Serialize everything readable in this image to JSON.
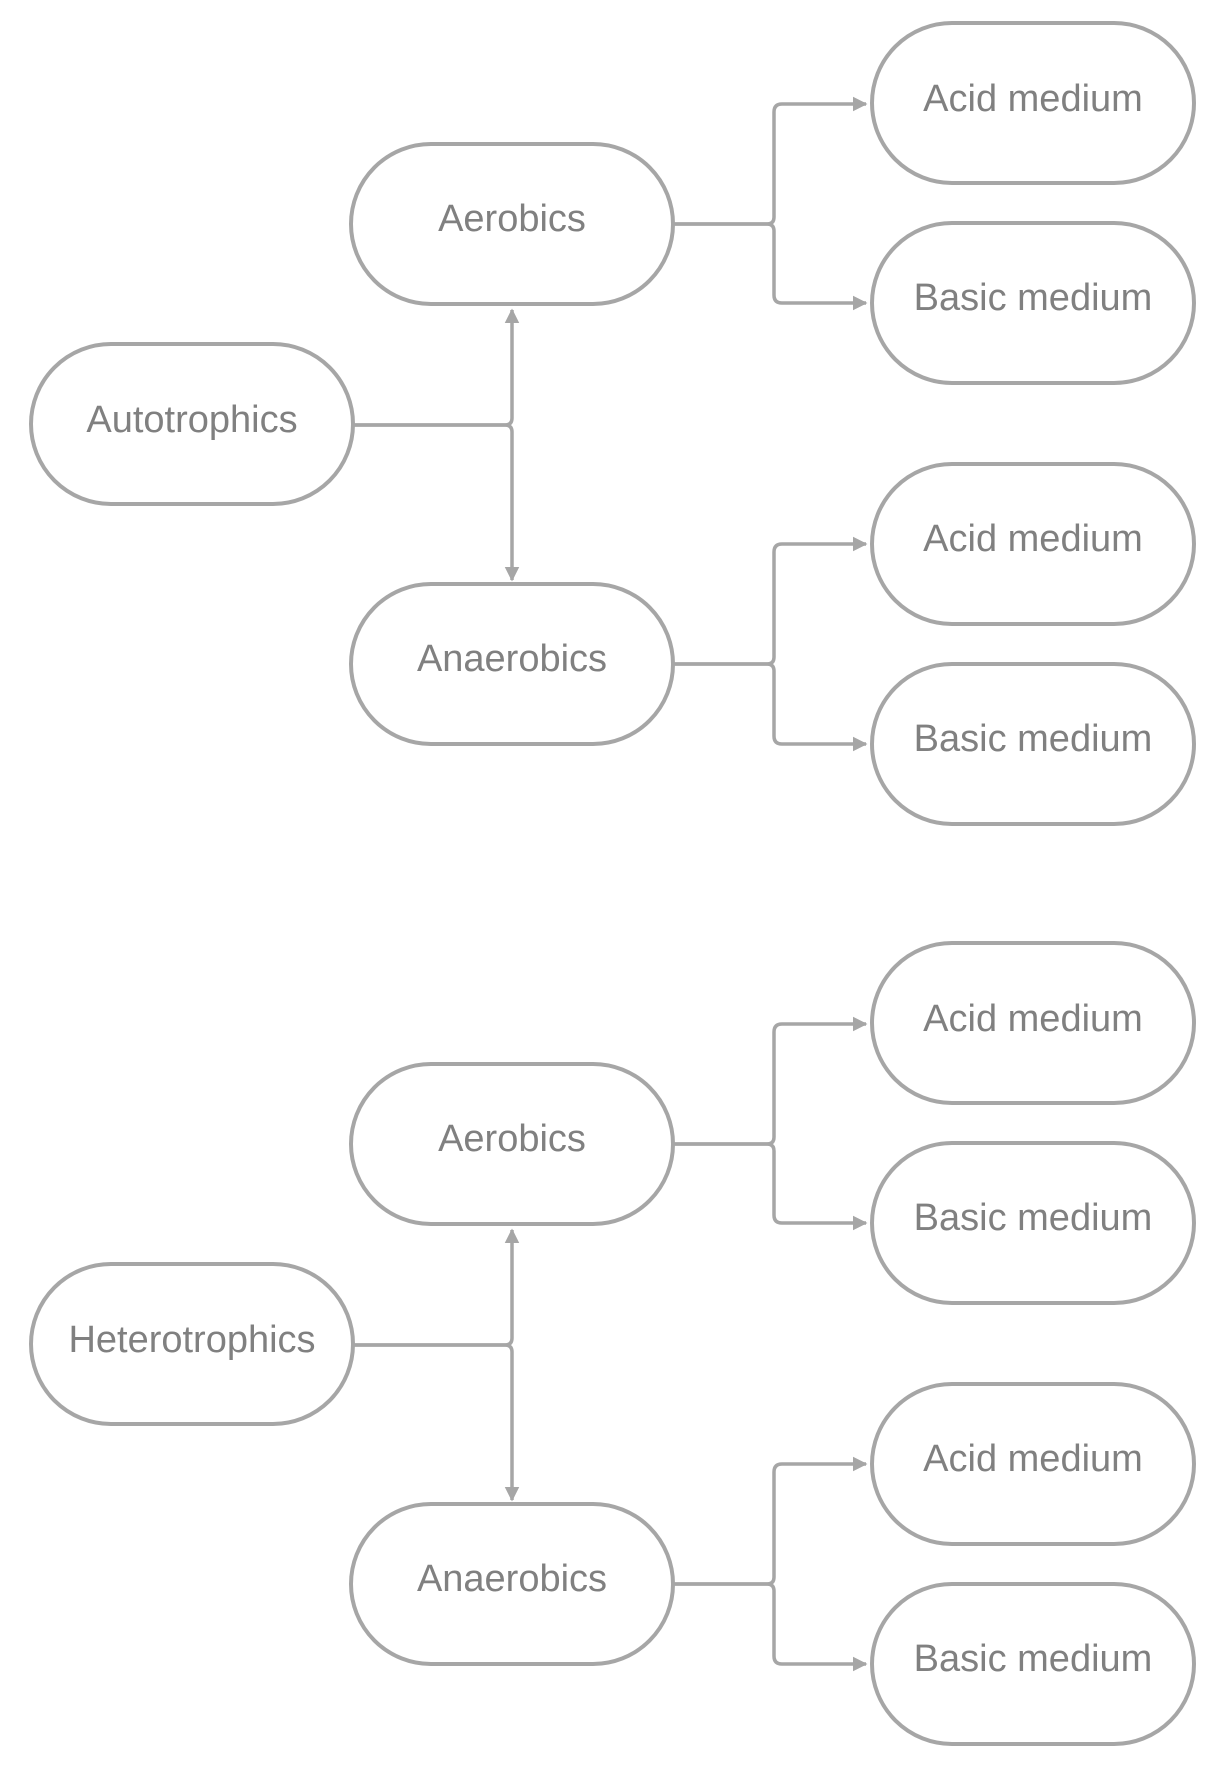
{
  "colors": {
    "stroke": "#a6a6a6",
    "text": "#808080",
    "background": "#ffffff"
  },
  "groups": [
    {
      "root": "Autotrophics",
      "branches": [
        {
          "label": "Aerobics",
          "leaves": [
            "Acid medium",
            "Basic medium"
          ]
        },
        {
          "label": "Anaerobics",
          "leaves": [
            "Acid medium",
            "Basic medium"
          ]
        }
      ]
    },
    {
      "root": "Heterotrophics",
      "branches": [
        {
          "label": "Aerobics",
          "leaves": [
            "Acid medium",
            "Basic medium"
          ]
        },
        {
          "label": "Anaerobics",
          "leaves": [
            "Acid medium",
            "Basic medium"
          ]
        }
      ]
    }
  ]
}
